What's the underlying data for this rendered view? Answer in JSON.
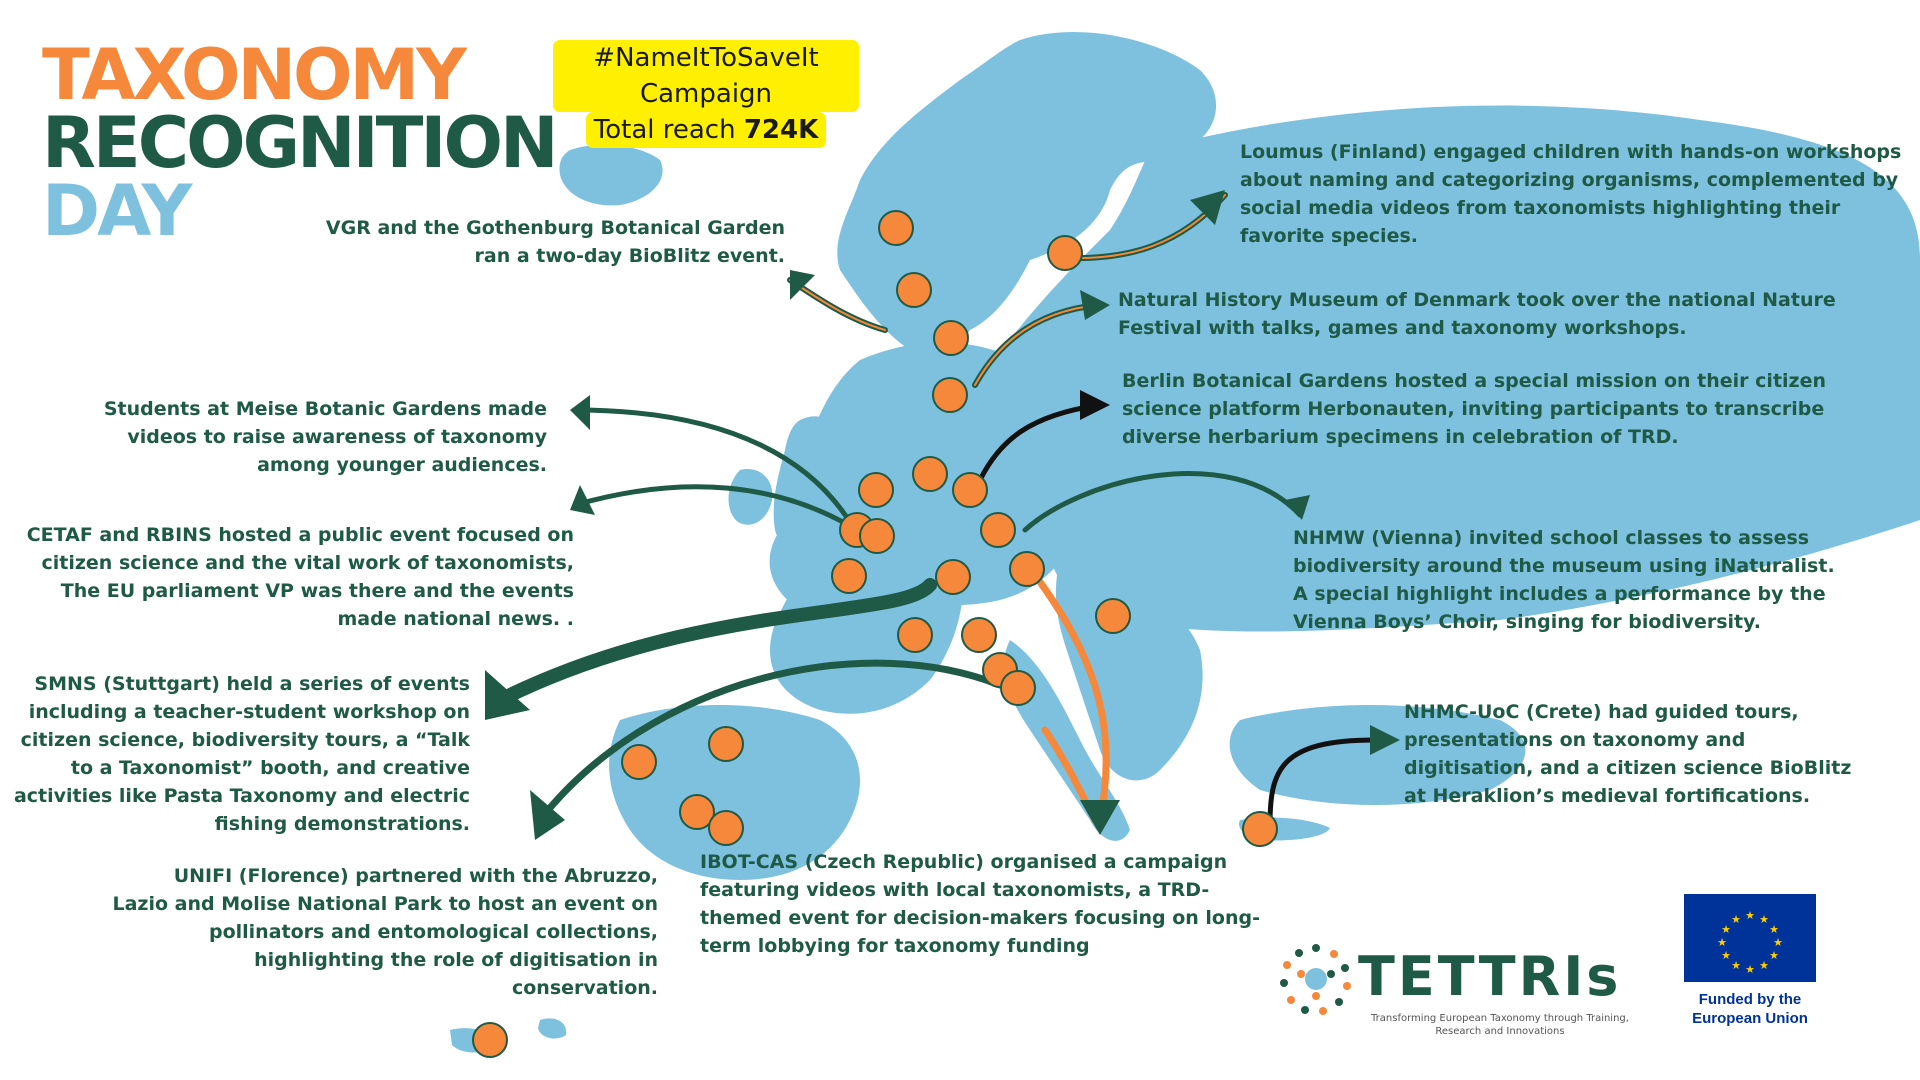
{
  "title": {
    "line1": "TAXONOMY",
    "line2": "RECOGNITION",
    "line3": "DAY"
  },
  "campaign": {
    "hashtag": "#NameItToSaveIt Campaign",
    "reach_label": "Total reach",
    "reach_value": "724K"
  },
  "events": {
    "gothenburg": "VGR and the Gothenburg Botanical Garden ran a two-day BioBlitz event.",
    "finland": "Loumus (Finland) engaged children with hands-on workshops about naming and categorizing organisms, complemented by social media videos from taxonomists highlighting their favorite species.",
    "denmark": "Natural History Museum of Denmark took over the national Nature Festival with talks, games and taxonomy workshops.",
    "berlin": "Berlin Botanical Gardens hosted a special mission on their citizen science platform Herbonauten, inviting participants to transcribe diverse herbarium specimens in celebration of TRD.",
    "meise": "Students at Meise Botanic Gardens made videos to raise awareness of taxonomy among younger audiences.",
    "cetaf": "CETAF and RBINS hosted a public event focused on citizen science and the vital work of taxonomists, The EU parliament VP was there and the events made national news. .",
    "vienna": "NHMW (Vienna) invited school classes to assess biodiversity around the museum using iNaturalist. A special highlight includes a performance by the Vienna Boys’ Choir, singing for biodiversity.",
    "stuttgart": "SMNS (Stuttgart) held a series of events including a teacher-student workshop on citizen science, biodiversity tours, a “Talk to a Taxonomist” booth, and creative activities like Pasta Taxonomy and electric fishing demonstrations.",
    "crete": "NHMC-UoC (Crete) had guided tours, presentations on taxonomy and digitisation, and a citizen science BioBlitz at Heraklion’s medieval fortifications.",
    "florence": "UNIFI (Florence) partnered with the Abruzzo, Lazio and Molise National Park to host an event on pollinators and entomological collections, highlighting the role of digitisation in conservation.",
    "czech": "IBOT-CAS (Czech Republic) organised a campaign featuring videos with local taxonomists, a TRD-themed event for decision-makers focusing on long-term lobbying for taxonomy funding"
  },
  "logo": {
    "name": "TETTRIs",
    "tagline": "Transforming European Taxonomy through Training, Research and Innovations"
  },
  "eu": {
    "funded": "Funded by the European Union"
  },
  "colors": {
    "orange": "#F5883A",
    "dark_green": "#1E5A46",
    "light_blue": "#7EC1DF",
    "highlight": "#FFF000",
    "eu_blue": "#003399"
  }
}
